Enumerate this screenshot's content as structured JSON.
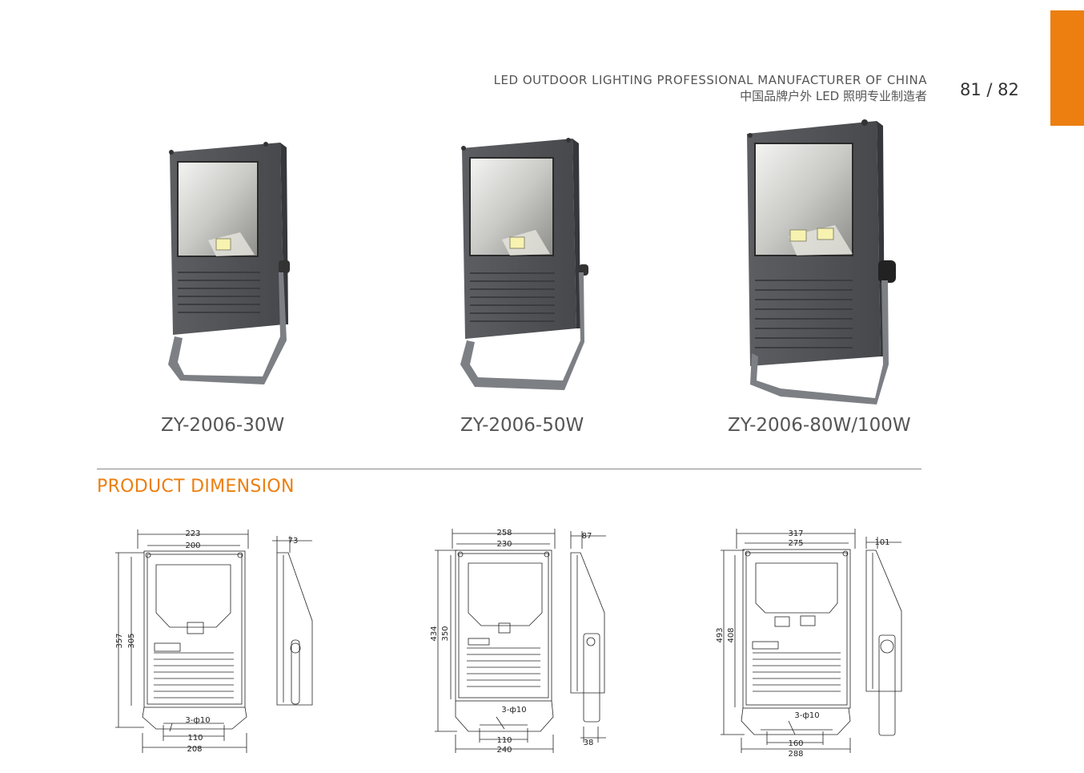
{
  "header": {
    "line_en": "LED OUTDOOR LIGHTING PROFESSIONAL MANUFACTURER OF CHINA",
    "line_cn": "中国品牌户外 LED 照明专业制造者",
    "page": "81 / 82"
  },
  "accent_color": "#ec7f10",
  "products": [
    {
      "model": "ZY-2006-30W",
      "chips": 1
    },
    {
      "model": "ZY-2006-50W",
      "chips": 1
    },
    {
      "model": "ZY-2006-80W/100W",
      "chips": 2
    }
  ],
  "section_title": "PRODUCT DIMENSION",
  "dimensions": [
    {
      "width_outer": "223",
      "width_inner": "200",
      "depth": "73",
      "height_outer": "357",
      "height_inner": "305",
      "holes": "3-ф10",
      "hole_span": "110",
      "bracket": "208"
    },
    {
      "width_outer": "258",
      "width_inner": "230",
      "depth": "87",
      "height_outer": "434",
      "height_inner": "350",
      "holes": "3-ф10",
      "hole_span": "110",
      "bracket": "240",
      "bracket_depth": "38"
    },
    {
      "width_outer": "317",
      "width_inner": "275",
      "depth": "101",
      "height_outer": "493",
      "height_inner": "408",
      "holes": "3-ф10",
      "hole_span": "160",
      "bracket": "288"
    }
  ]
}
